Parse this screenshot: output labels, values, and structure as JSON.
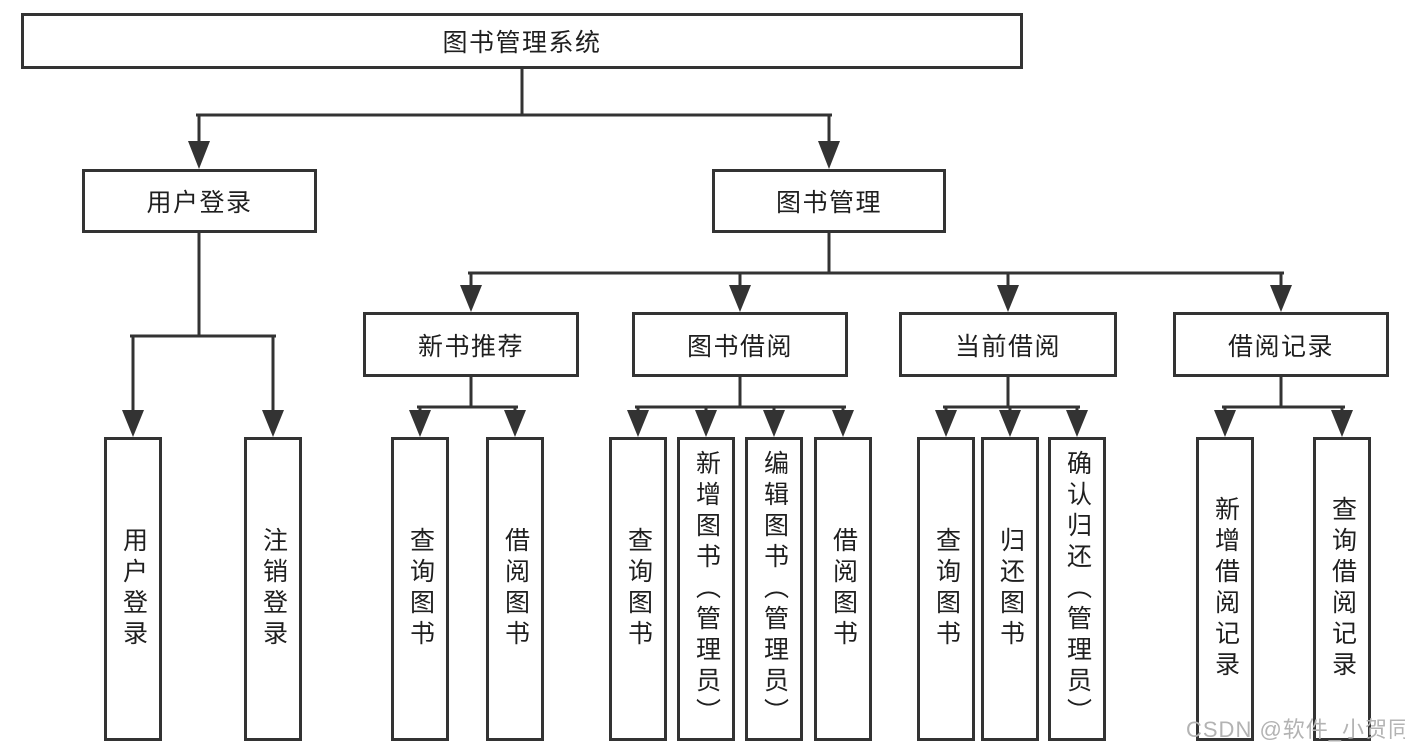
{
  "diagram": {
    "root": {
      "label": "图书管理系统"
    },
    "level2": [
      {
        "label": "用户登录"
      },
      {
        "label": "图书管理"
      }
    ],
    "level3": [
      {
        "label": "新书推荐"
      },
      {
        "label": "图书借阅"
      },
      {
        "label": "当前借阅"
      },
      {
        "label": "借阅记录"
      }
    ],
    "leaves": {
      "user_login": [
        {
          "label": "用户登录"
        },
        {
          "label": "注销登录"
        }
      ],
      "new_book": [
        {
          "label": "查询图书"
        },
        {
          "label": "借阅图书"
        }
      ],
      "book_borrow": [
        {
          "label": "查询图书"
        },
        {
          "label": "新增图书（管理员）"
        },
        {
          "label": "编辑图书（管理员）"
        },
        {
          "label": "借阅图书"
        }
      ],
      "current_borrow": [
        {
          "label": "查询图书"
        },
        {
          "label": "归还图书"
        },
        {
          "label": "确认归还（管理员）"
        }
      ],
      "borrow_record": [
        {
          "label": "新增借阅记录"
        },
        {
          "label": "查询借阅记录"
        }
      ]
    }
  },
  "watermark": {
    "text": "CSDN @软件_小贺同学"
  },
  "colors": {
    "line": "#333333",
    "text": "#1f1f1f",
    "box_background": "#ffffff",
    "watermark": "#b3b3b3",
    "page_background": "#ffffff"
  }
}
